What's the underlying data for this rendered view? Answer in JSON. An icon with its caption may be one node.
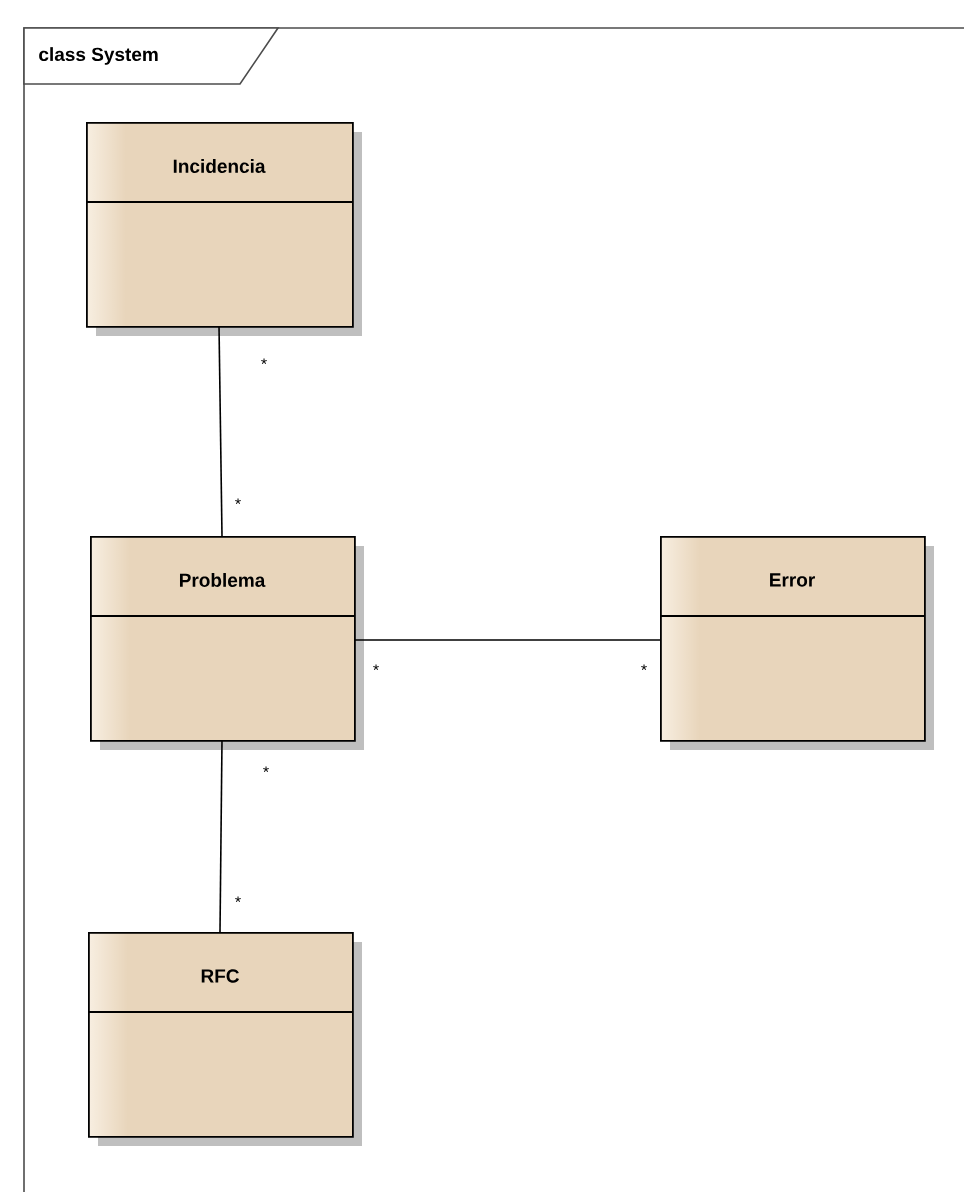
{
  "diagram": {
    "title": "class System",
    "nodes": [
      {
        "text": [
          "Incidencia"
        ]
      },
      {
        "text": [
          "Problema"
        ]
      },
      {
        "text": [
          "Error"
        ]
      },
      {
        "text": [
          "RFC"
        ]
      }
    ],
    "edges": [
      {
        "from": 0,
        "to": 1,
        "arrow": "none"
      },
      {
        "from": 1,
        "to": 2,
        "arrow": "none"
      },
      {
        "from": 1,
        "to": 3,
        "arrow": "none"
      }
    ],
    "labels": [
      "*",
      "*",
      "*",
      "*",
      "*",
      "*"
    ]
  }
}
